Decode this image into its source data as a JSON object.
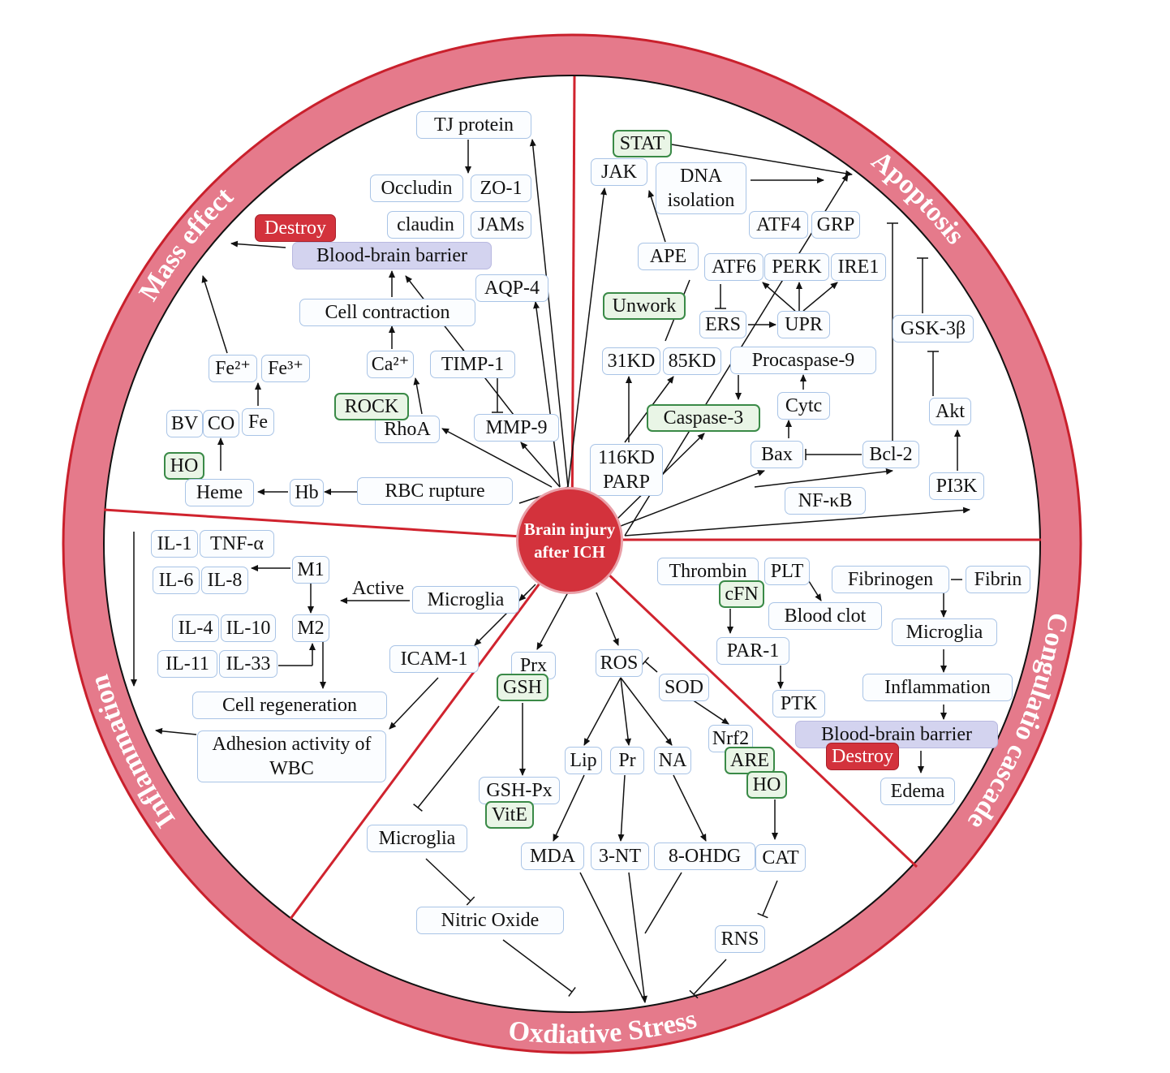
{
  "center": {
    "label": "Brain injury after ICH"
  },
  "sections": {
    "mass_effect": "Mass effect",
    "apoptosis": "Apoptosis",
    "coagulation": "Congulatio cascade",
    "oxidative": "Oxdiative Stress",
    "inflammation": "Inflammation"
  },
  "colors": {
    "ring": "#e57a8b",
    "ring_border": "#c9202c",
    "divider": "#d0232e",
    "center": "#d3323c",
    "box_border": "#a9c4e6",
    "green_border": "#3a8a47",
    "destroy": "#d3323c",
    "bbb": "#d3d3ef"
  },
  "mass": {
    "tj_protein": "TJ protein",
    "occludin": "Occludin",
    "zo1": "ZO-1",
    "claudin": "claudin",
    "jams": "JAMs",
    "destroy": "Destroy",
    "bbb": "Blood-brain barrier",
    "aqp4": "AQP-4",
    "cell_contraction": "Cell contraction",
    "ca": "Ca²⁺",
    "timp1": "TIMP-1",
    "fe2": "Fe²⁺",
    "fe3": "Fe³⁺",
    "rock": "ROCK",
    "rhoa": "RhoA",
    "mmp9": "MMP-9",
    "bv": "BV",
    "co": "CO",
    "fe": "Fe",
    "ho": "HO",
    "heme": "Heme",
    "hb": "Hb",
    "rbc": "RBC rupture"
  },
  "apoptosis": {
    "stat": "STAT",
    "jak": "JAK",
    "dna": "DNA isolation",
    "atf4": "ATF4",
    "grp": "GRP",
    "ape": "APE",
    "atf6": "ATF6",
    "perk": "PERK",
    "ire1": "IRE1",
    "unwork": "Unwork",
    "ers": "ERS",
    "upr": "UPR",
    "gsk": "GSK-3β",
    "kd31": "31KD",
    "kd85": "85KD",
    "procasp9": "Procaspase-9",
    "cytc": "Cytc",
    "casp3": "Caspase-3",
    "akt": "Akt",
    "parp": "116KD PARP",
    "bax": "Bax",
    "bcl2": "Bcl-2",
    "pi3k": "PI3K",
    "nfkb": "NF-κB"
  },
  "inflammation": {
    "il1": "IL-1",
    "tnfa": "TNF-α",
    "m1": "M1",
    "il6": "IL-6",
    "il8": "IL-8",
    "active": "Active",
    "microglia": "Microglia",
    "m2": "M2",
    "il4": "IL-4",
    "il10": "IL-10",
    "icam1": "ICAM-1",
    "il11": "IL-11",
    "il33": "IL-33",
    "cell_regen": "Cell regeneration",
    "adhesion": "Adhesion activity of WBC"
  },
  "oxidative": {
    "prx": "Prx",
    "gsh": "GSH",
    "ros": "ROS",
    "sod": "SOD",
    "nrf2": "Nrf2",
    "are": "ARE",
    "ho": "HO",
    "lip": "Lip",
    "pr": "Pr",
    "na": "NA",
    "gshpx": "GSH-Px",
    "vite": "VitE",
    "microglia": "Microglia",
    "mda": "MDA",
    "nt3": "3-NT",
    "ohdg": "8-OHDG",
    "cat": "CAT",
    "no": "Nitric Oxide",
    "rns": "RNS"
  },
  "coagulation": {
    "thrombin": "Thrombin",
    "plt": "PLT",
    "cfn": "cFN",
    "fibrinogen": "Fibrinogen",
    "fibrin": "Fibrin",
    "blood_clot": "Blood clot",
    "microglia": "Microglia",
    "par1": "PAR-1",
    "inflammation": "Inflammation",
    "ptk": "PTK",
    "bbb": "Blood-brain barrier",
    "destroy": "Destroy",
    "edema": "Edema"
  }
}
